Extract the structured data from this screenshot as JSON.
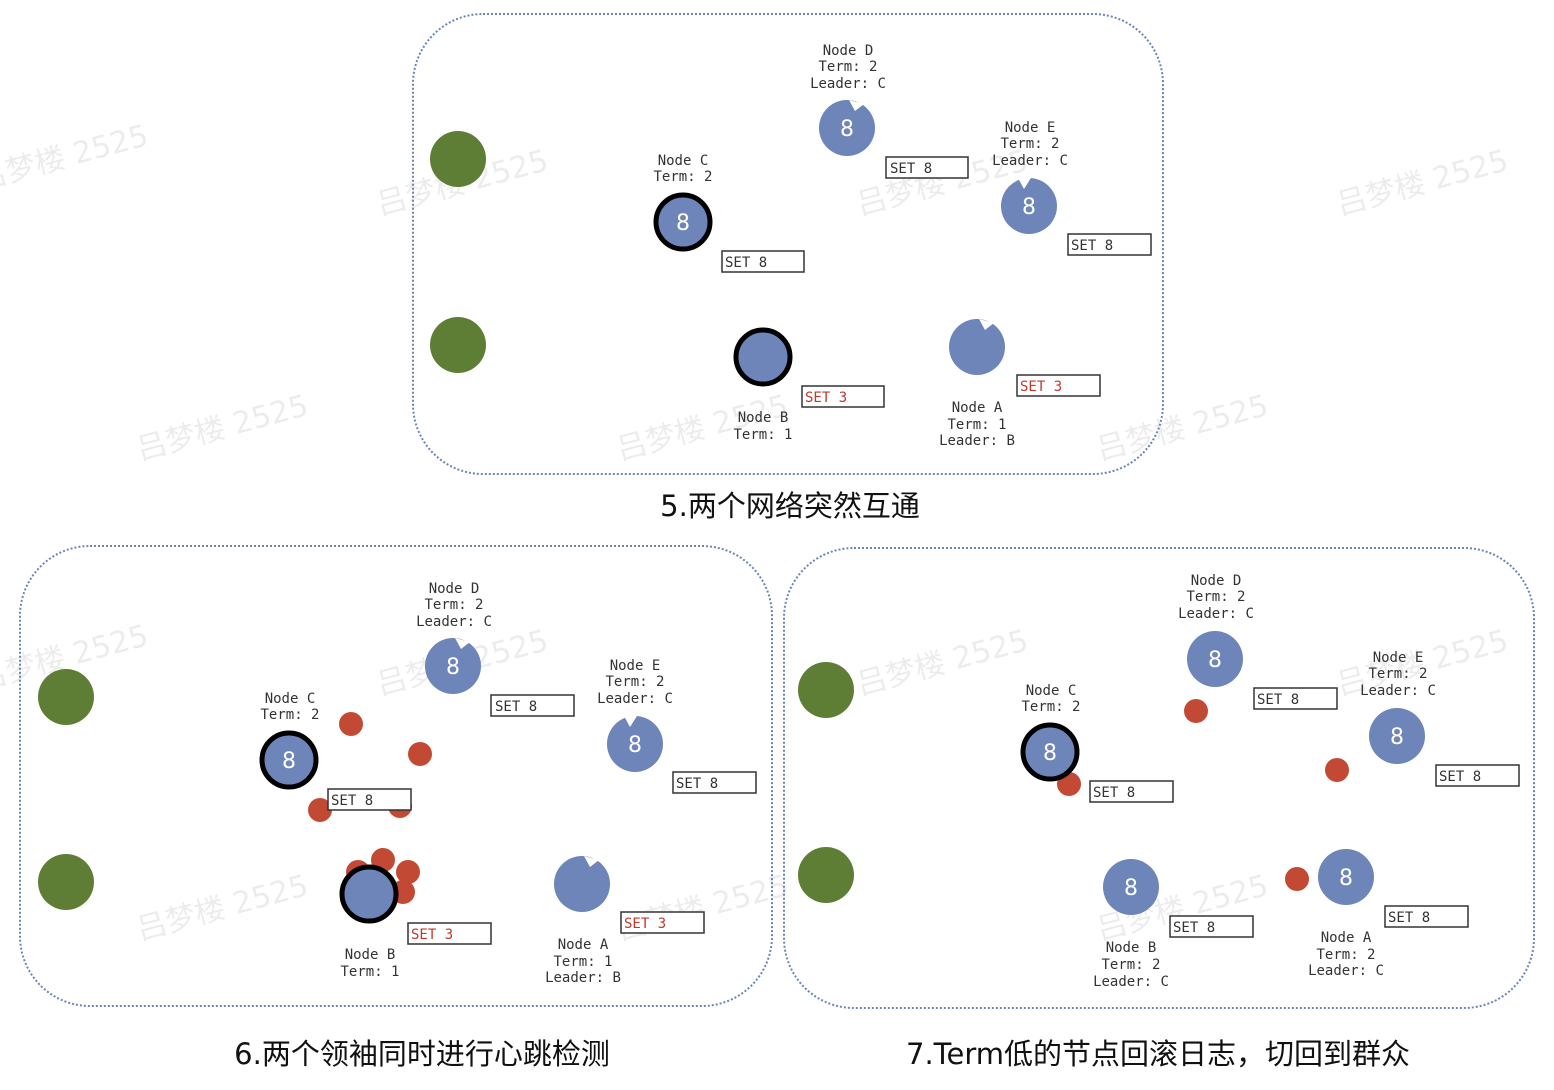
{
  "colors": {
    "node_blue": "#6d85b8",
    "client_green": "#5e7e36",
    "message_red": "#c24a35",
    "border_dotted": "#6b84b8",
    "stale_set": "#c0392b"
  },
  "watermark": "吕梦楼 2525",
  "panels": [
    {
      "caption": "5.两个网络突然互通",
      "nodes": {
        "D": {
          "lines": [
            "Node D",
            "Term: 2",
            "Leader: C"
          ],
          "value": "8",
          "set": "SET 8"
        },
        "C": {
          "lines": [
            "Node C",
            "Term: 2"
          ],
          "value": "8",
          "set": "SET 8"
        },
        "E": {
          "lines": [
            "Node E",
            "Term: 2",
            "Leader: C"
          ],
          "value": "8",
          "set": "SET 8"
        },
        "B": {
          "lines": [
            "Node B",
            "Term: 1"
          ],
          "value": "",
          "set": "SET 3"
        },
        "A": {
          "lines": [
            "Node A",
            "Term: 1",
            "Leader: B"
          ],
          "value": "",
          "set": "SET 3"
        }
      }
    },
    {
      "caption": "6.两个领袖同时进行心跳检测",
      "nodes": {
        "D": {
          "lines": [
            "Node D",
            "Term: 2",
            "Leader: C"
          ],
          "value": "8",
          "set": "SET 8"
        },
        "C": {
          "lines": [
            "Node C",
            "Term: 2"
          ],
          "value": "8",
          "set": "SET 8"
        },
        "E": {
          "lines": [
            "Node E",
            "Term: 2",
            "Leader: C"
          ],
          "value": "8",
          "set": "SET 8"
        },
        "B": {
          "lines": [
            "Node B",
            "Term: 1"
          ],
          "value": "",
          "set": "SET 3"
        },
        "A": {
          "lines": [
            "Node A",
            "Term: 1",
            "Leader: B"
          ],
          "value": "",
          "set": "SET 3"
        }
      }
    },
    {
      "caption": "7.Term低的节点回滚日志，切回到群众",
      "nodes": {
        "D": {
          "lines": [
            "Node D",
            "Term: 2",
            "Leader: C"
          ],
          "value": "8",
          "set": "SET 8"
        },
        "C": {
          "lines": [
            "Node C",
            "Term: 2"
          ],
          "value": "8",
          "set": "SET 8"
        },
        "E": {
          "lines": [
            "Node E",
            "Term: 2",
            "Leader: C"
          ],
          "value": "8",
          "set": "SET 8"
        },
        "B": {
          "lines": [
            "Node B",
            "Term: 2",
            "Leader: C"
          ],
          "value": "8",
          "set": "SET 8"
        },
        "A": {
          "lines": [
            "Node A",
            "Term: 2",
            "Leader: C"
          ],
          "value": "8",
          "set": "SET 8"
        }
      }
    }
  ]
}
